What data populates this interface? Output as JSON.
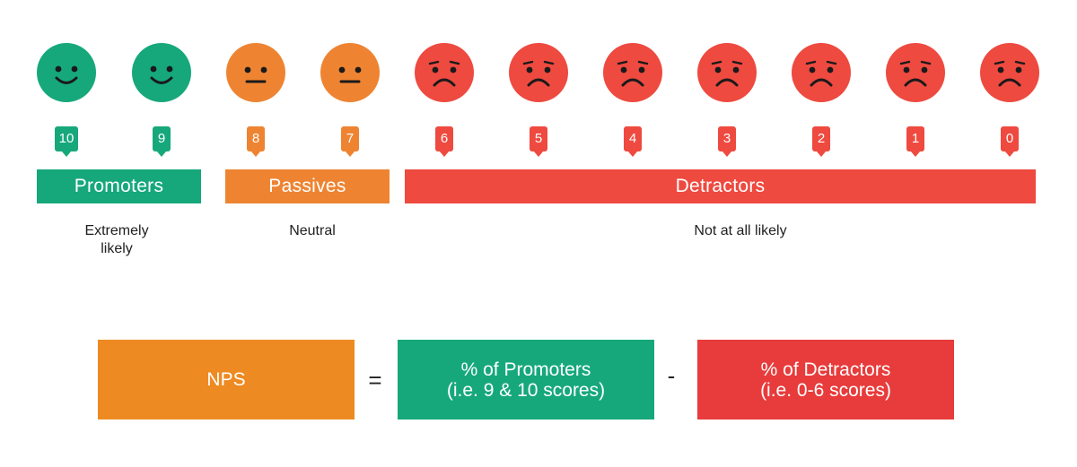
{
  "colors": {
    "promoter": "#16a87b",
    "passive": "#ee8432",
    "detractor": "#ee4a40",
    "nps": "#ee8a22",
    "detractor_box": "#e83b3b"
  },
  "scale": [
    {
      "score": "10",
      "mood": "happy",
      "group": "promoter"
    },
    {
      "score": "9",
      "mood": "happy",
      "group": "promoter"
    },
    {
      "score": "8",
      "mood": "neutral",
      "group": "passive"
    },
    {
      "score": "7",
      "mood": "neutral",
      "group": "passive"
    },
    {
      "score": "6",
      "mood": "sad",
      "group": "detractor"
    },
    {
      "score": "5",
      "mood": "sad",
      "group": "detractor"
    },
    {
      "score": "4",
      "mood": "sad",
      "group": "detractor"
    },
    {
      "score": "3",
      "mood": "sad",
      "group": "detractor"
    },
    {
      "score": "2",
      "mood": "sad",
      "group": "detractor"
    },
    {
      "score": "1",
      "mood": "sad",
      "group": "detractor"
    },
    {
      "score": "0",
      "mood": "sad",
      "group": "detractor"
    }
  ],
  "groups": {
    "promoters": {
      "label": "Promoters",
      "caption": "Extremely\nlikely"
    },
    "passives": {
      "label": "Passives",
      "caption": "Neutral"
    },
    "detractors": {
      "label": "Detractors",
      "caption": "Not at all likely"
    }
  },
  "formula": {
    "nps": "NPS",
    "equals": "=",
    "promoters_term": "% of Promoters\n(i.e. 9 & 10 scores)",
    "minus": "-",
    "detractors_term": "% of Detractors\n(i.e. 0-6 scores)"
  }
}
